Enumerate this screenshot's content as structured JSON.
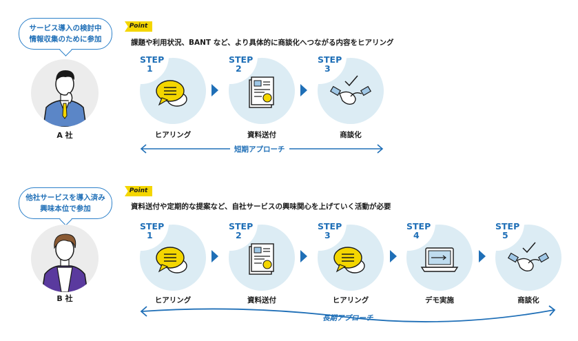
{
  "colors": {
    "accent": "#1f6fb7",
    "circle": "#dcecf4",
    "point": "#f4d600",
    "chat": "#f4d600"
  },
  "row1": {
    "bubble": [
      "サービス導入の検討中",
      "情報収集のために参加"
    ],
    "company": "A 社",
    "point_tag": "Point",
    "point_text": "課題や利用状況、BANT など、より具体的に商談化へつながる内容をヒアリング",
    "steps": [
      {
        "word": "STEP",
        "num": "1",
        "label": "ヒアリング",
        "icon": "chat-icon"
      },
      {
        "word": "STEP",
        "num": "2",
        "label": "資料送付",
        "icon": "document-icon"
      },
      {
        "word": "STEP",
        "num": "3",
        "label": "商談化",
        "icon": "handshake-icon"
      }
    ],
    "span_label": "短期アプローチ"
  },
  "row2": {
    "bubble": [
      "他社サービスを導入済み",
      "興味本位で参加"
    ],
    "company": "B 社",
    "point_tag": "Point",
    "point_text": "資料送付や定期的な提案など、自社サービスの興味関心を上げていく活動が必要",
    "steps": [
      {
        "word": "STEP",
        "num": "1",
        "label": "ヒアリング",
        "icon": "chat-icon"
      },
      {
        "word": "STEP",
        "num": "2",
        "label": "資料送付",
        "icon": "document-icon"
      },
      {
        "word": "STEP",
        "num": "3",
        "label": "ヒアリング",
        "icon": "chat-icon"
      },
      {
        "word": "STEP",
        "num": "4",
        "label": "デモ実施",
        "icon": "laptop-icon"
      },
      {
        "word": "STEP",
        "num": "5",
        "label": "商談化",
        "icon": "handshake-icon"
      }
    ],
    "span_label": "長期アプローチ"
  }
}
